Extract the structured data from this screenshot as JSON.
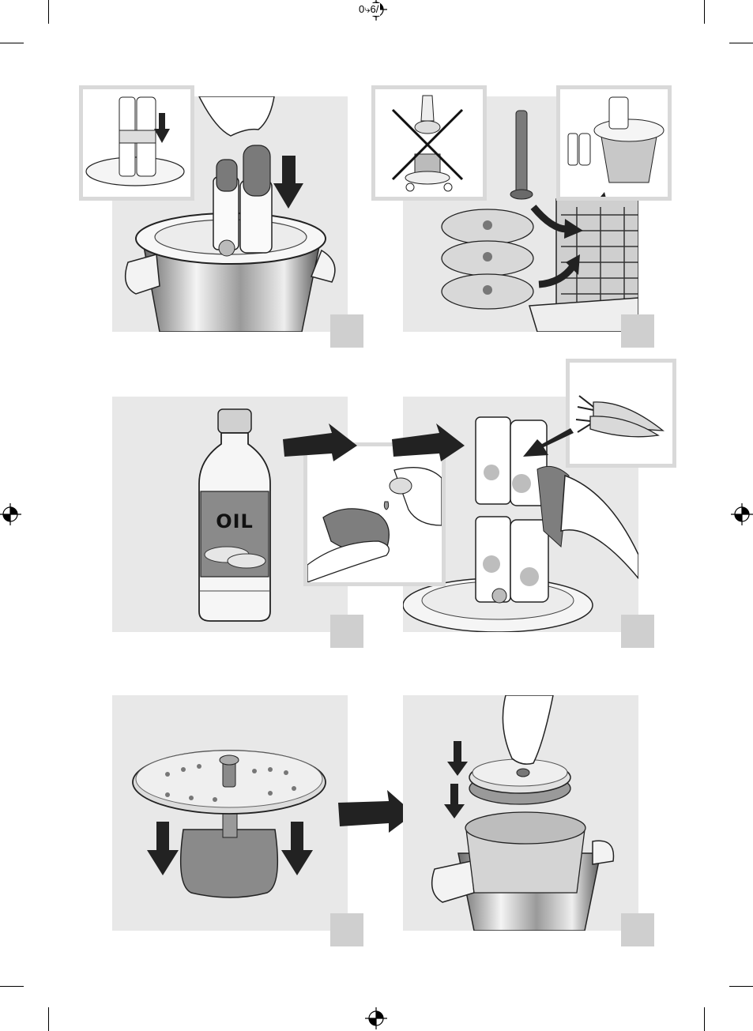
{
  "header": {
    "page_code": "0⤷6/"
  },
  "panels": [
    {
      "id": "panel-1"
    },
    {
      "id": "panel-2"
    },
    {
      "id": "panel-3",
      "bottle_label": "OIL"
    },
    {
      "id": "panel-4"
    },
    {
      "id": "panel-5"
    },
    {
      "id": "panel-6"
    }
  ]
}
